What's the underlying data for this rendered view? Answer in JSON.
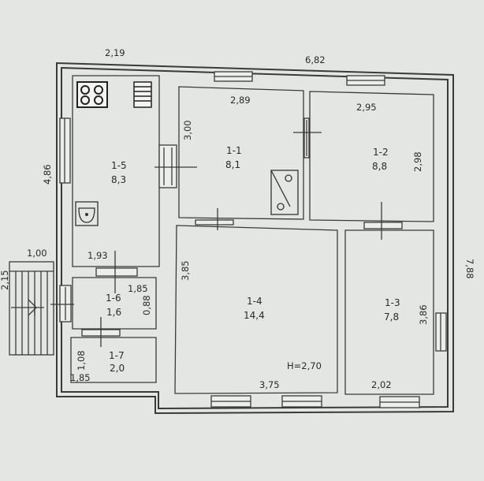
{
  "plan": {
    "height_label": "H=2,70",
    "rooms": [
      {
        "id": "1-1",
        "area": "8,1"
      },
      {
        "id": "1-2",
        "area": "8,8"
      },
      {
        "id": "1-3",
        "area": "7,8"
      },
      {
        "id": "1-4",
        "area": "14,4"
      },
      {
        "id": "1-5",
        "area": "8,3"
      },
      {
        "id": "1-6",
        "area": "1,6"
      },
      {
        "id": "1-7",
        "area": "2,0"
      }
    ],
    "dimensions": {
      "top_left": "2,19",
      "top_right": "6,82",
      "left_outer": "4,86",
      "right_outer": "7,88",
      "porch_width": "1,00",
      "porch_height": "2,15",
      "r11_width": "2,89",
      "r11_height": "3,00",
      "r12_width": "2,95",
      "r12_height": "2,98",
      "r15_width": "1,93",
      "r16_width": "1,85",
      "r16_height": "0,88",
      "r17_width": "1,85",
      "r17_height": "1,08",
      "r14_height": "3,85",
      "r14_width": "3,75",
      "r13_height": "3,86",
      "r13_width": "2,02"
    }
  }
}
